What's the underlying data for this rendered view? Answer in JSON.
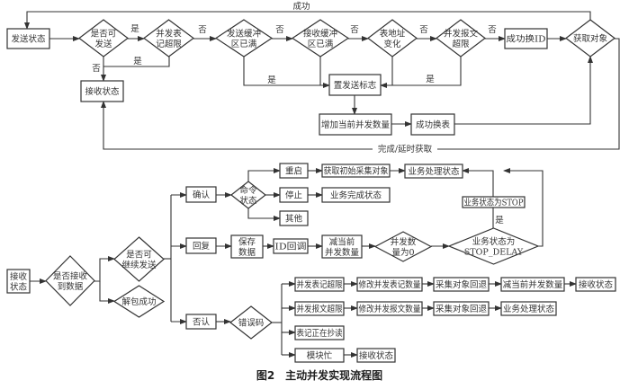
{
  "nodes": {
    "send_state": [
      "发送状态"
    ],
    "can_send": [
      "是否可",
      "发送"
    ],
    "meter_limit": [
      "并发表",
      "记超限"
    ],
    "send_buf": [
      "发送缓冲",
      "区已满"
    ],
    "recv_buf": [
      "接收缓冲",
      "区已满"
    ],
    "addr_change": [
      "表地址",
      "变化"
    ],
    "msg_limit": [
      "并发报文",
      "超限"
    ],
    "swap_id": [
      "成功换ID"
    ],
    "get_obj": [
      "获取对象"
    ],
    "recv_state": [
      "接收状态"
    ],
    "set_flag": [
      "置发送标志"
    ],
    "inc_count": [
      "增加当前并发数量"
    ],
    "swap_table": [
      "成功换表"
    ],
    "recv_state2": [
      "接收",
      "状态"
    ],
    "received": [
      "是否接收",
      "到数据"
    ],
    "can_continue": [
      "是否可",
      "继续发送"
    ],
    "unpack": [
      "解包成功"
    ],
    "ack": [
      "确认"
    ],
    "reply": [
      "回复"
    ],
    "nack": [
      "否认"
    ],
    "cmd_state": [
      "命令",
      "状态"
    ],
    "restart": [
      "重启"
    ],
    "stop": [
      "停止"
    ],
    "other": [
      "其他"
    ],
    "get_init": [
      "获取初始采集对象"
    ],
    "biz_proc": [
      "业务处理状态"
    ],
    "biz_done": [
      "业务完成状态"
    ],
    "save": [
      "保存",
      "数据"
    ],
    "id_cb": [
      "ID回调"
    ],
    "dec": [
      "减当前",
      "并发数量"
    ],
    "zero": [
      "并发数",
      "量为0"
    ],
    "stop_delay": [
      "业务状态为",
      "STOP_DELAY"
    ],
    "is_stop": [
      "业务状态为STOP"
    ],
    "err": [
      "错误码"
    ],
    "e1": [
      "并发表记超限"
    ],
    "e1b": [
      "修改并发表记数量"
    ],
    "e1c": [
      "采集对象回退"
    ],
    "e1d": [
      "减当前并发数量"
    ],
    "e1e": [
      "接收状态"
    ],
    "e2": [
      "并发报文超限"
    ],
    "e2b": [
      "修改并发报文数量"
    ],
    "e2c": [
      "采集对象回退"
    ],
    "e2d": [
      "业务处理状态"
    ],
    "e3": [
      "表记正在抄读"
    ],
    "e4": [
      "模块忙"
    ],
    "e4b": [
      "接收状态"
    ]
  },
  "edge_labels": {
    "success": "成功",
    "done_or_delay": "完成/延时获取",
    "yes": "是",
    "no": "否"
  },
  "caption": "图2　主动并发实现流程图"
}
